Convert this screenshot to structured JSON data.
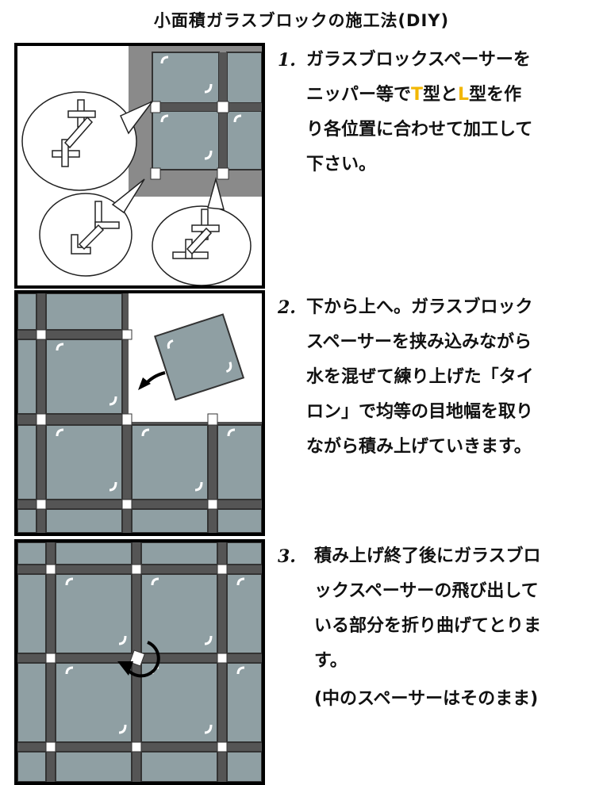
{
  "title": "小面積ガラスブロックの施工法(DIY)",
  "steps": [
    {
      "number": "1.",
      "text_before": "ガラスブロックスペーサーを\nニッパー等で",
      "highlight_t": "T",
      "text_mid": "型と",
      "highlight_l": "L",
      "text_after": "型を作\nり各位置に合わせて加工して\n下さい。"
    },
    {
      "number": "2.",
      "text": "下から上へ。ガラスブロック\nスペーサーを挟み込みながら\n水を混ぜて練り上げた「タイ\nロン」で均等の目地幅を取り\nながら積み上げていきます。"
    },
    {
      "number": "3.",
      "text": "積み上げ終了後にガラスブロ\nックスペーサーの飛び出して\nいる部分を折り曲げてとりま\nす。",
      "note": "(中のスペーサーはそのまま)"
    }
  ],
  "colors": {
    "glass": "#8f9fa3",
    "mortar": "#555555",
    "frame": "#8a8a8a",
    "highlight": "#f2b705"
  }
}
